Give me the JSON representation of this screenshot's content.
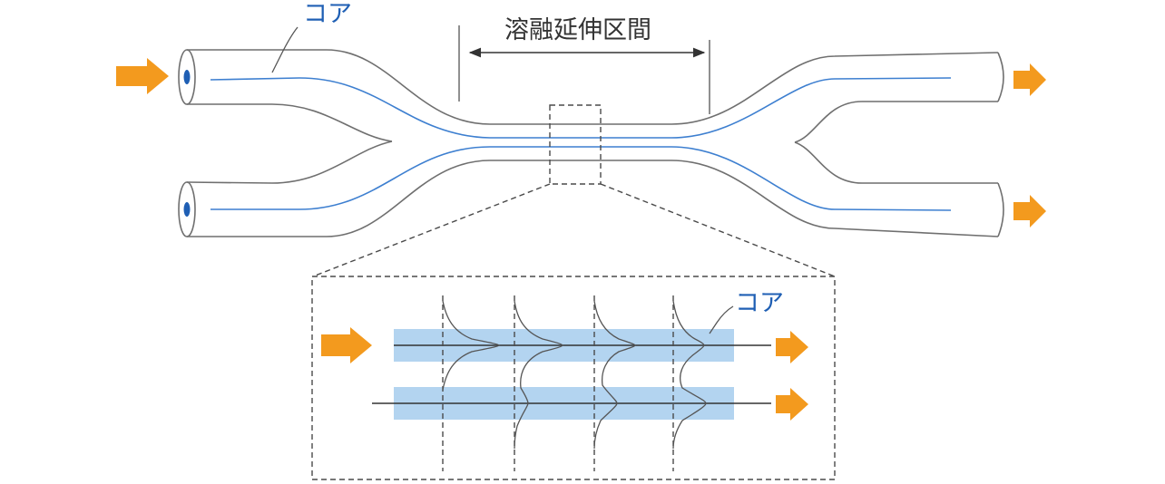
{
  "labels": {
    "core_top": "コア",
    "fused_section": "溶融延伸区間",
    "core_inset": "コア"
  },
  "colors": {
    "arrow": "#f39a1e",
    "core_line": "#3d7fd0",
    "core_band": "#b3d4f0",
    "fiber_outline": "#6f6f6f",
    "end_dot": "#1f5fb4"
  },
  "icons": {
    "input_arrow": "arrow-right-icon",
    "output_arrow": "arrow-right-icon"
  }
}
